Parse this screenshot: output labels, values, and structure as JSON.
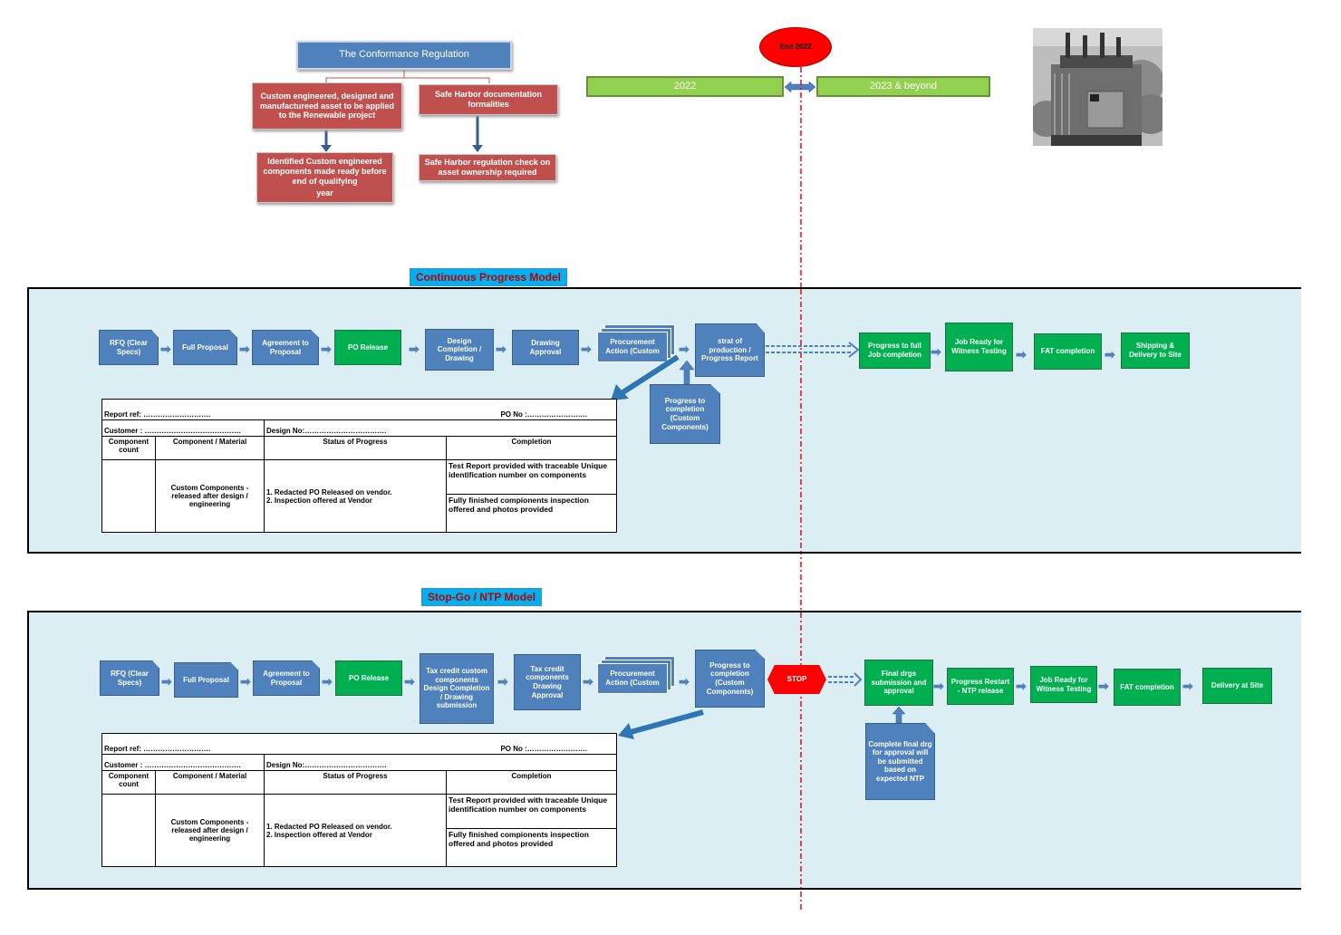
{
  "regulation": {
    "title": "The Conformance Regulation",
    "left_cond": "Custom engineered, designed and manufactureed asset to be applied to the Renewable project",
    "left_result_1": "Identified Custom engineered components made ready before end of qualifying",
    "left_result_2": "year",
    "right_cond": "Safe Harbor documentation formalities",
    "right_result": "Safe Harbor regulation check on asset ownership required"
  },
  "timeline": {
    "end_label": "End 2022",
    "left_label": "2022",
    "right_label": "2023 & beyond"
  },
  "photo": {
    "icon": "transformer-photo"
  },
  "colors": {
    "blue": "#4f81bd",
    "green": "#00b050",
    "red": "#c0504d",
    "panel": "#dbeef4",
    "title_bg": "#00b0f0",
    "title_text": "#c00000",
    "stop": "#ff0000"
  },
  "section1": {
    "title": "Continuous Progress Model",
    "flow": [
      "RFQ (Clear Specs)",
      "Full Proposal",
      "Agreement to Proposal",
      "PO Release",
      "Design Completion / Drawing",
      "Drawing Approval",
      "Procurement Action (Custom",
      "strat of production / Progress Report"
    ],
    "note": "Progress to completion (Custom Components)",
    "after": [
      "Progress to full Job completion",
      "Job Ready for Witness Testing",
      "FAT completion",
      "Shipping & Delivery to Site"
    ]
  },
  "section2": {
    "title": "Stop-Go / NTP Model",
    "flow": [
      "RFQ (Clear Specs)",
      "Full Proposal",
      "Agreement to Proposal",
      "PO Release",
      "Tax credit custom components Design Completion / Drawing submission",
      "Tax credit components Drawing Approval",
      "Procurement Action (Custom",
      "Progress to completion (Custom Components)"
    ],
    "stop": "STOP",
    "after": [
      "Final drgs submission and approval",
      "Progress Restart - NTP release",
      "Job Ready for Witness Testing",
      "FAT completion",
      "Delivery at Site"
    ],
    "note": "Complete final drg for approval will be submitted based on expected NTP"
  },
  "report": {
    "ref": "Report ref: ……………………….",
    "po": "PO No :…………………….",
    "customer": "Customer : ………………………………….",
    "design": "Design No:…………………………….",
    "headers": [
      "Component count",
      "Component / Material",
      "Status of Progress",
      "Completion"
    ],
    "material": "Custom Components - released after design / engineering",
    "status_1": "1. Redacted PO Released on vendor.",
    "status_2": "2.  Inspection offered at Vendor",
    "completion_1": "Test Report provided with traceable Unique identification number on components",
    "completion_2": "Fully finished compionents inspection offered and photos provided"
  }
}
